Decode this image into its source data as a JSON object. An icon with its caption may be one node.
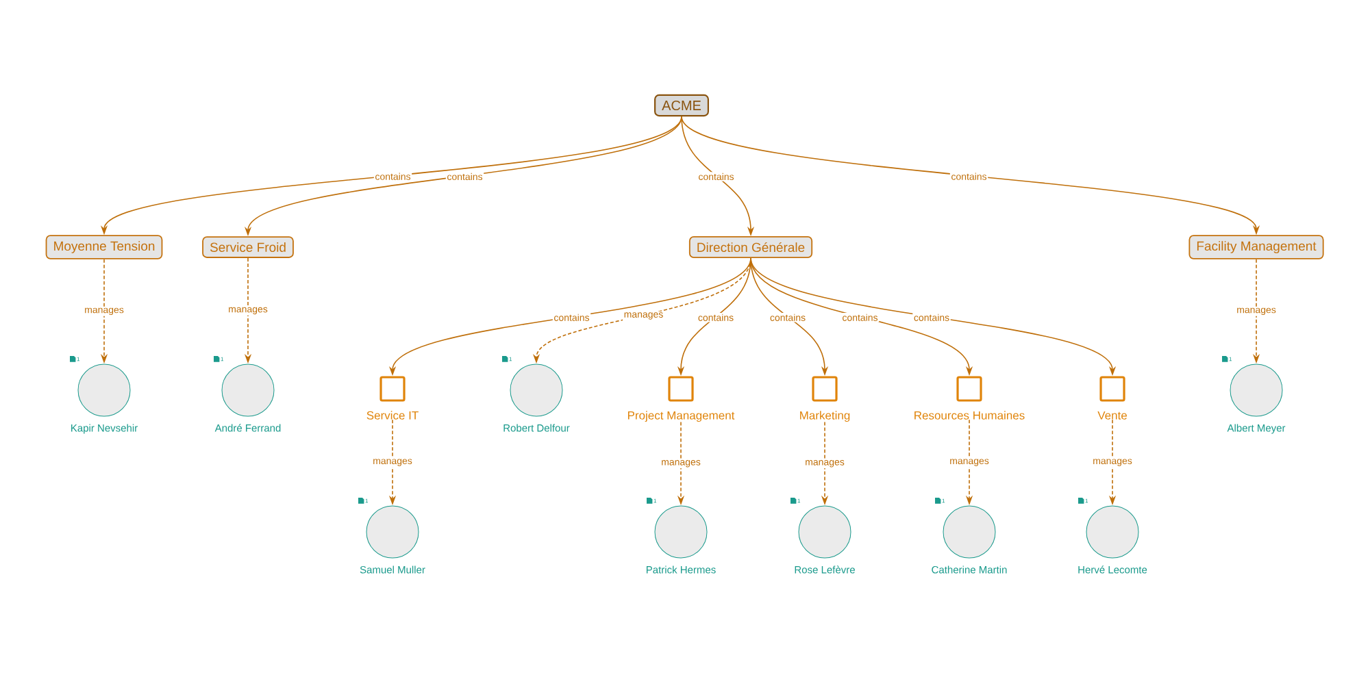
{
  "diagram": {
    "nodes": [
      {
        "text": [
          "ACME"
        ]
      },
      {
        "text": [
          "Moyenne Tension"
        ]
      },
      {
        "text": [
          "Service Froid"
        ]
      },
      {
        "text": [
          "Direction Générale"
        ]
      },
      {
        "text": [
          "Facility Management"
        ]
      },
      {
        "text": [
          "Kapir Nevsehir"
        ],
        "beside": [
          "1"
        ]
      },
      {
        "text": [
          "André Ferrand"
        ],
        "beside": [
          "1"
        ]
      },
      {
        "text": [
          "Service IT"
        ]
      },
      {
        "text": [
          "Robert Delfour"
        ],
        "beside": [
          "1"
        ]
      },
      {
        "text": [
          "Project Management"
        ]
      },
      {
        "text": [
          "Marketing"
        ]
      },
      {
        "text": [
          "Resources Humaines"
        ]
      },
      {
        "text": [
          "Vente"
        ]
      },
      {
        "text": [
          "Albert Meyer"
        ],
        "beside": [
          "1"
        ]
      },
      {
        "text": [
          "Samuel Muller"
        ],
        "beside": [
          "1"
        ]
      },
      {
        "text": [
          "Patrick Hermes"
        ],
        "beside": [
          "1"
        ]
      },
      {
        "text": [
          "Rose Lefèvre"
        ],
        "beside": [
          "1"
        ]
      },
      {
        "text": [
          "Catherine Martin"
        ],
        "beside": [
          "1"
        ]
      },
      {
        "text": [
          "Hervé Lecomte"
        ],
        "beside": [
          "1"
        ]
      }
    ],
    "edges": [
      {
        "from": 0,
        "to": 1,
        "arrow": "to",
        "label": "contains"
      },
      {
        "from": 0,
        "to": 2,
        "arrow": "to",
        "label": "contains"
      },
      {
        "from": 0,
        "to": 3,
        "arrow": "to",
        "label": "contains"
      },
      {
        "from": 0,
        "to": 4,
        "arrow": "to",
        "label": "contains"
      },
      {
        "from": 1,
        "to": 5,
        "arrow": "to",
        "label": "manages",
        "style": "dashed"
      },
      {
        "from": 2,
        "to": 6,
        "arrow": "to",
        "label": "manages",
        "style": "dashed"
      },
      {
        "from": 4,
        "to": 13,
        "arrow": "to",
        "label": "manages",
        "style": "dashed"
      },
      {
        "from": 3,
        "to": 7,
        "arrow": "to",
        "label": "contains"
      },
      {
        "from": 3,
        "to": 8,
        "arrow": "to",
        "label": "manages",
        "style": "dashed"
      },
      {
        "from": 3,
        "to": 9,
        "arrow": "to",
        "label": "contains"
      },
      {
        "from": 3,
        "to": 10,
        "arrow": "to",
        "label": "contains"
      },
      {
        "from": 3,
        "to": 11,
        "arrow": "to",
        "label": "contains"
      },
      {
        "from": 3,
        "to": 12,
        "arrow": "to",
        "label": "contains"
      },
      {
        "from": 7,
        "to": 14,
        "arrow": "to",
        "label": "manages",
        "style": "dashed"
      },
      {
        "from": 9,
        "to": 15,
        "arrow": "to",
        "label": "manages",
        "style": "dashed"
      },
      {
        "from": 10,
        "to": 16,
        "arrow": "to",
        "label": "manages",
        "style": "dashed"
      },
      {
        "from": 11,
        "to": 17,
        "arrow": "to",
        "label": "manages",
        "style": "dashed"
      },
      {
        "from": 12,
        "to": 18,
        "arrow": "to",
        "label": "manages",
        "style": "dashed"
      }
    ]
  }
}
